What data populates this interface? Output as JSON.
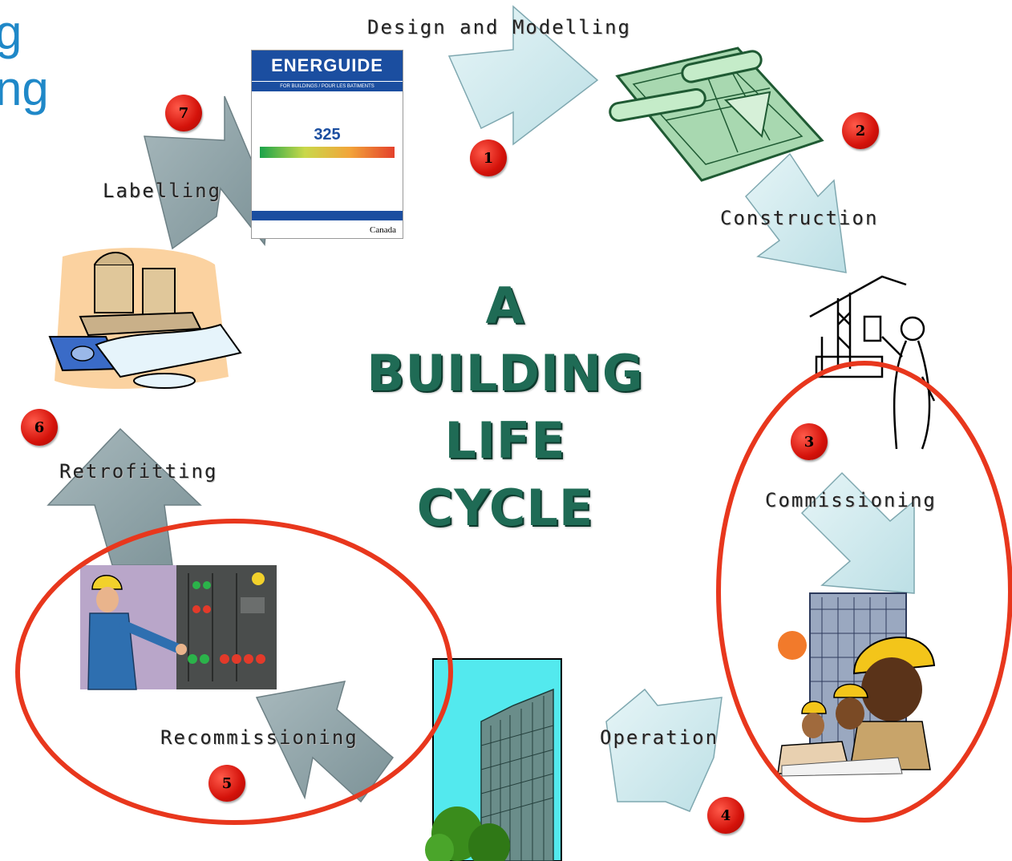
{
  "slide_title": "g\nng",
  "center_title": [
    "A",
    "BUILDING",
    "LIFE",
    "CYCLE"
  ],
  "steps": [
    {
      "number": "1",
      "label": "Design and Modelling"
    },
    {
      "number": "2",
      "label": "Construction"
    },
    {
      "number": "3",
      "label": "Commissioning"
    },
    {
      "number": "4",
      "label": "Operation"
    },
    {
      "number": "5",
      "label": "Recommissioning"
    },
    {
      "number": "6",
      "label": "Retrofitting"
    },
    {
      "number": "7",
      "label": "Labelling"
    }
  ],
  "energuide": {
    "logo": "ENERGUIDE",
    "subtitle": "FOR BUILDINGS / POUR LES BATIMENTS",
    "value": "325",
    "country": "Canada"
  },
  "colors": {
    "title_blue": "#1f88c8",
    "center_title_green": "#1f6b55",
    "arrow_light": "#d4ecef",
    "arrow_dark": "#8fa2a6",
    "badge_red": "#d4120a",
    "highlight_ellipse": "#e8371d"
  },
  "icons": {
    "design": "blueprint-rolls-icon",
    "construction": "crane-worker-icon",
    "commissioning": "building-workers-icon",
    "operation": "office-tower-icon",
    "recommissioning": "control-panel-worker-icon",
    "retrofitting": "model-plans-icon",
    "labelling": "energuide-label-icon"
  }
}
